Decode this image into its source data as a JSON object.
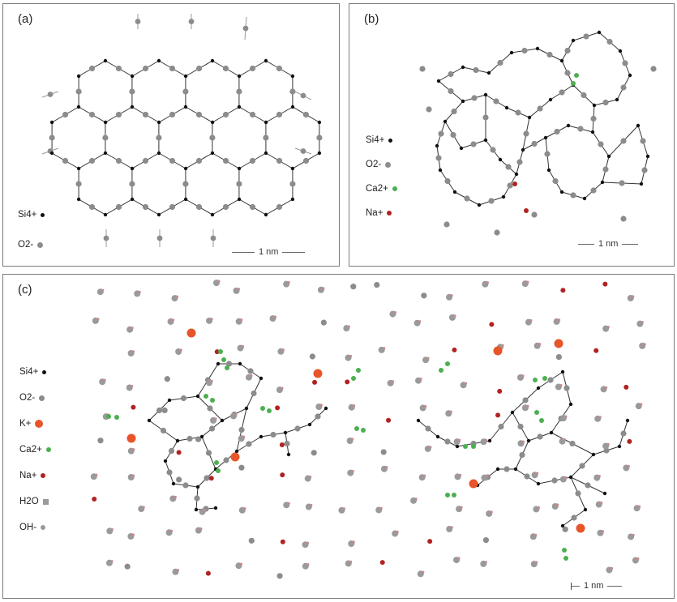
{
  "panels": {
    "a": {
      "label": "(a)",
      "legend": [
        {
          "text": "Si4+",
          "color": "#111111",
          "size": 5
        },
        {
          "text": "O2-",
          "color": "#8c8c8c",
          "size": 7
        }
      ],
      "scale_label": "1 nm"
    },
    "b": {
      "label": "(b)",
      "legend": [
        {
          "text": "Si4+",
          "color": "#111111",
          "size": 5
        },
        {
          "text": "O2-",
          "color": "#8c8c8c",
          "size": 7
        },
        {
          "text": "Ca2+",
          "color": "#4caf50",
          "size": 6
        },
        {
          "text": "Na+",
          "color": "#b22222",
          "size": 6
        }
      ],
      "scale_label": "1 nm"
    },
    "c": {
      "label": "(c)",
      "legend": [
        {
          "text": "Si4+",
          "color": "#111111",
          "size": 5
        },
        {
          "text": "O2-",
          "color": "#8c8c8c",
          "size": 7
        },
        {
          "text": "K+",
          "color": "#e8552a",
          "size": 10
        },
        {
          "text": "Ca2+",
          "color": "#4caf50",
          "size": 6
        },
        {
          "text": "Na+",
          "color": "#b22222",
          "size": 6
        },
        {
          "text": "H2O",
          "color": "#9a9a9a",
          "size": 7
        },
        {
          "text": "OH-",
          "color": "#9a9a9a",
          "size": 6
        }
      ],
      "scale_label": "1 nm"
    }
  },
  "colors": {
    "si": "#111111",
    "o": "#8c8c8c",
    "ca": "#4caf50",
    "na": "#b22222",
    "k": "#e8552a",
    "bond": "#333333",
    "frame": "#7a7a7a"
  }
}
